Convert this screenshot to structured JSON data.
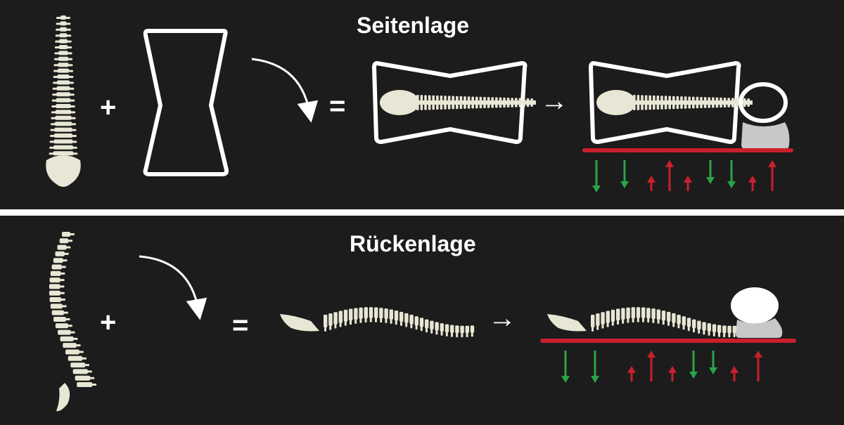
{
  "colors": {
    "background": "#1c1c1c",
    "bone": "#e8e6d4",
    "outline": "#ffffff",
    "surface": "#c8202c",
    "arrow_down": "#2aa34a",
    "arrow_up": "#c8202c",
    "pillow": "#c8c8c8"
  },
  "side_position": {
    "title": "Seitenlage",
    "plus": "+",
    "equals": "=",
    "arrow": "→",
    "pressure_arrows": [
      "down",
      "down",
      "up",
      "up",
      "up",
      "down",
      "down",
      "up",
      "up"
    ]
  },
  "back_position": {
    "title": "Rückenlage",
    "plus": "+",
    "equals": "=",
    "arrow": "→",
    "pressure_arrows": [
      "down",
      "down",
      "up",
      "up",
      "up",
      "down",
      "down",
      "up",
      "up"
    ]
  }
}
